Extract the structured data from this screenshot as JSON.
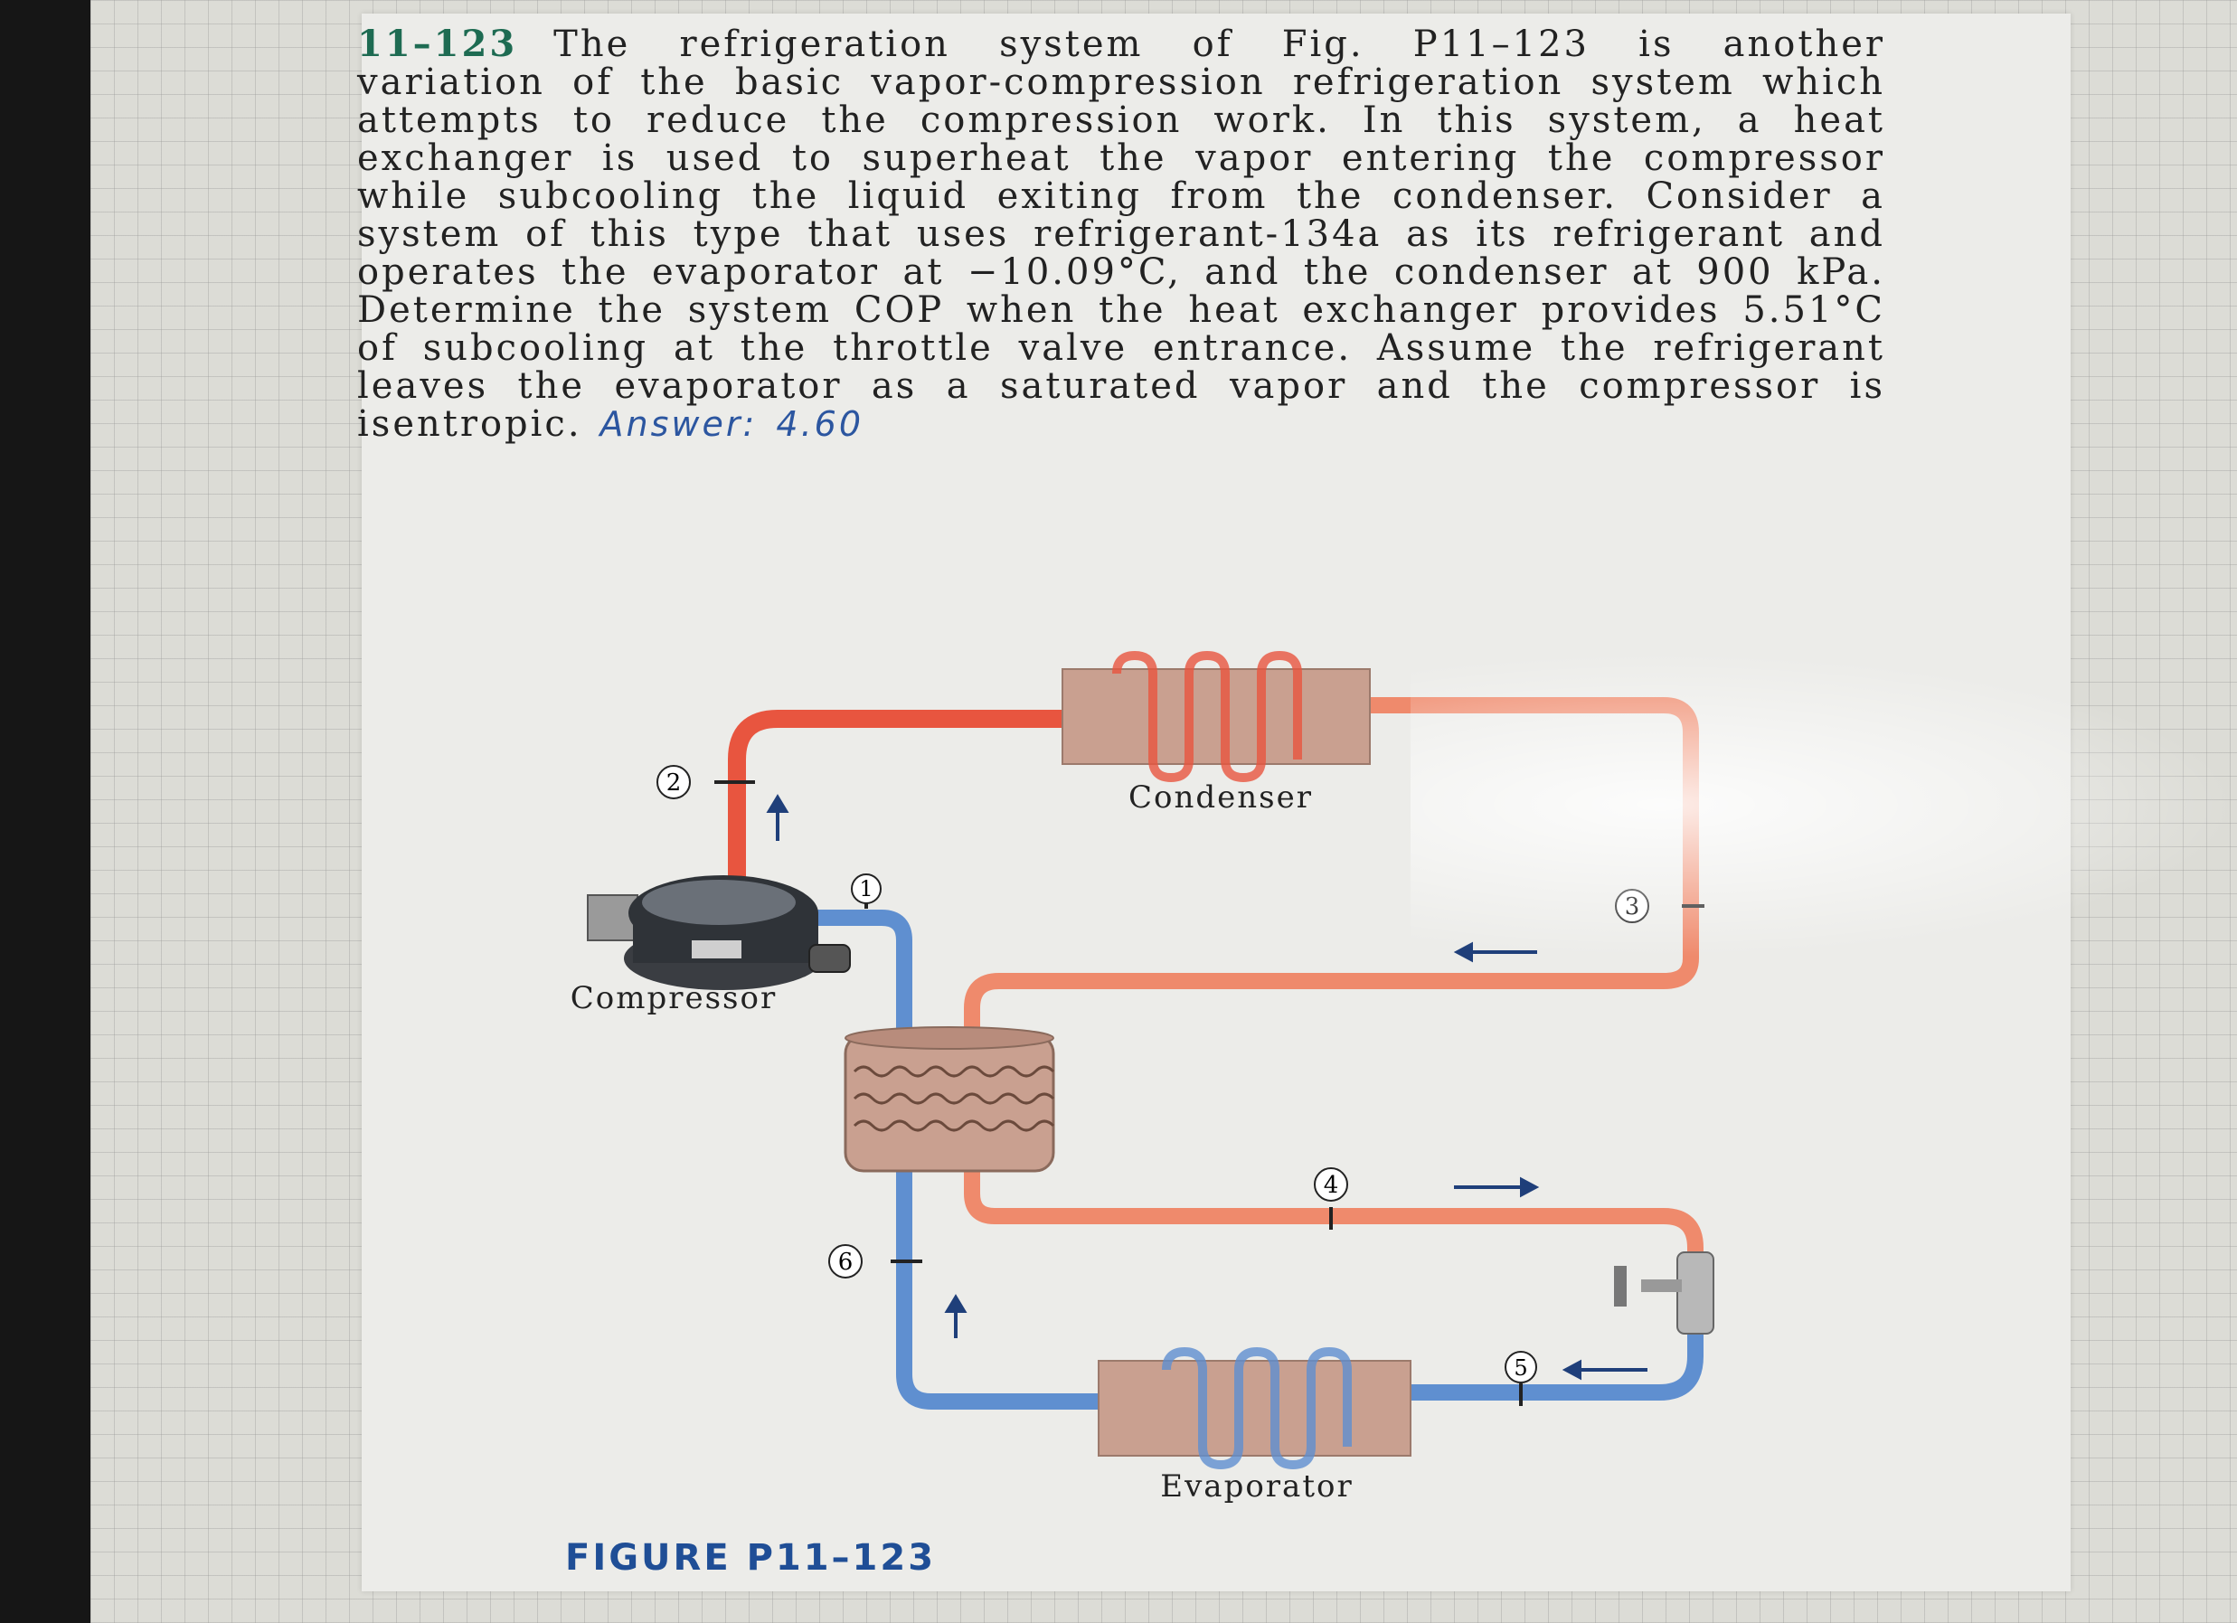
{
  "problem": {
    "number": "11–123",
    "text": "The refrigeration system of Fig. P11–123 is another variation of the basic vapor-compression refrigeration system which attempts to reduce the compression work. In this system, a heat exchanger is used to superheat the vapor entering the compressor while subcooling the liquid exiting from the condenser. Consider a system of this type that uses refrigerant-134a as its refrigerant and operates the evaporator at −10.09°C, and the condenser at 900 kPa. Determine the system COP when the heat exchanger provides 5.51°C of subcooling at the throttle valve entrance. Assume the refrigerant leaves the evaporator as a saturated vapor and the compressor is isentropic.",
    "answer": "Answer: 4.60"
  },
  "figure": {
    "caption": "FIGURE P11–123",
    "labels": {
      "condenser": "Condenser",
      "evaporator": "Evaporator",
      "compressor": "Compressor"
    },
    "states": [
      "1",
      "2",
      "3",
      "4",
      "5",
      "6"
    ]
  },
  "colors": {
    "hot_pipe": "#e8553f",
    "warm_pipe": "#ef8a6c",
    "cold_pipe": "#5f8fd0",
    "coil_block": "#c9a090",
    "problem_number": "#1e6b52",
    "answer": "#2c56a0",
    "caption": "#1f4e96"
  }
}
